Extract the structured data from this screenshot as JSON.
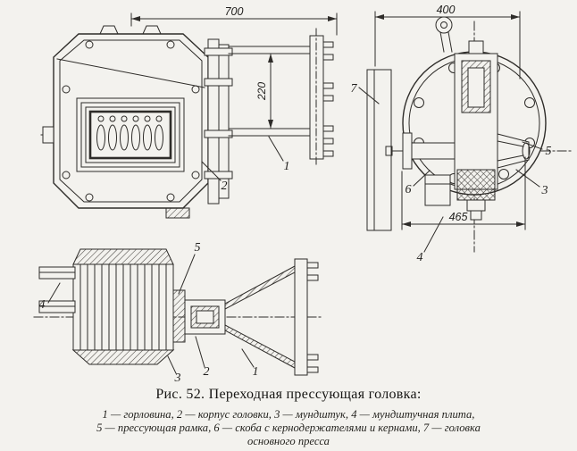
{
  "page": {
    "background": "#f3f2ee",
    "ink": "#2e2c29"
  },
  "figure": {
    "caption": "Рис. 52. Переходная прессующая головка:",
    "legend_line1": "1 — горловина, 2 — корпус головки, 3 — мундштук, 4 — мундштучная плита,",
    "legend_line2": "5 — прессующая рамка, 6 — скоба с кернодержателями и кернами, 7 — головка",
    "legend_line3": "основного пресса"
  },
  "views": {
    "side": {
      "dim_width": "700",
      "dim_height": "220",
      "callout_1": "1",
      "callout_2": "2"
    },
    "front": {
      "dim_width": "400",
      "dim_bottom": "465",
      "callout_3": "3",
      "callout_4": "4",
      "callout_5": "5",
      "callout_6": "6",
      "callout_7": "7"
    },
    "bottom": {
      "callout_1": "1",
      "callout_2": "2",
      "callout_3": "3",
      "callout_4": "4",
      "callout_5": "5"
    }
  }
}
